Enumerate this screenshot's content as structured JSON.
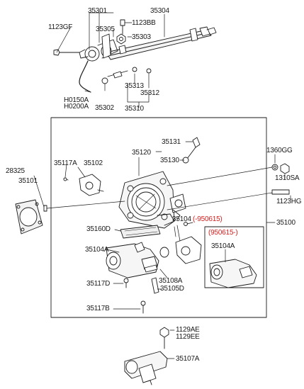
{
  "colors": {
    "ink": "#1a1a1a",
    "highlight": "#d61e1e",
    "background": "#ffffff"
  },
  "labels": {
    "p35301": "35301",
    "p35304": "35304",
    "p1123GF": "1123GF",
    "p1123BB": "1123BB",
    "p35305": "35305",
    "p35303": "35303",
    "pH0150A": "H0150A",
    "pH0200A": "H0200A",
    "p35302": "35302",
    "p35313": "35313",
    "p35312": "35312",
    "p35310": "35310",
    "p35131": "35131",
    "p35120": "35120",
    "p35130": "35130",
    "p1360GG": "1360GG",
    "p1310SA": "1310SA",
    "p28325": "28325",
    "p35101": "35101",
    "p35117A": "35117A",
    "p35102": "35102",
    "p1123HG": "1123HG",
    "p35104_old": "35104",
    "p35104_old_range": "(-950615)",
    "p35100": "35100",
    "p35160D": "35160D",
    "p950615_new": "(950615-)",
    "p35104A_new": "35104A",
    "p35104A": "35104A",
    "p35108A": "35108A",
    "p35117D": "35117D",
    "p35105D": "35105D",
    "p35117B": "35117B",
    "p1129AE": "1129AE",
    "p1129EE": "1129EE",
    "p35107A": "35107A"
  }
}
